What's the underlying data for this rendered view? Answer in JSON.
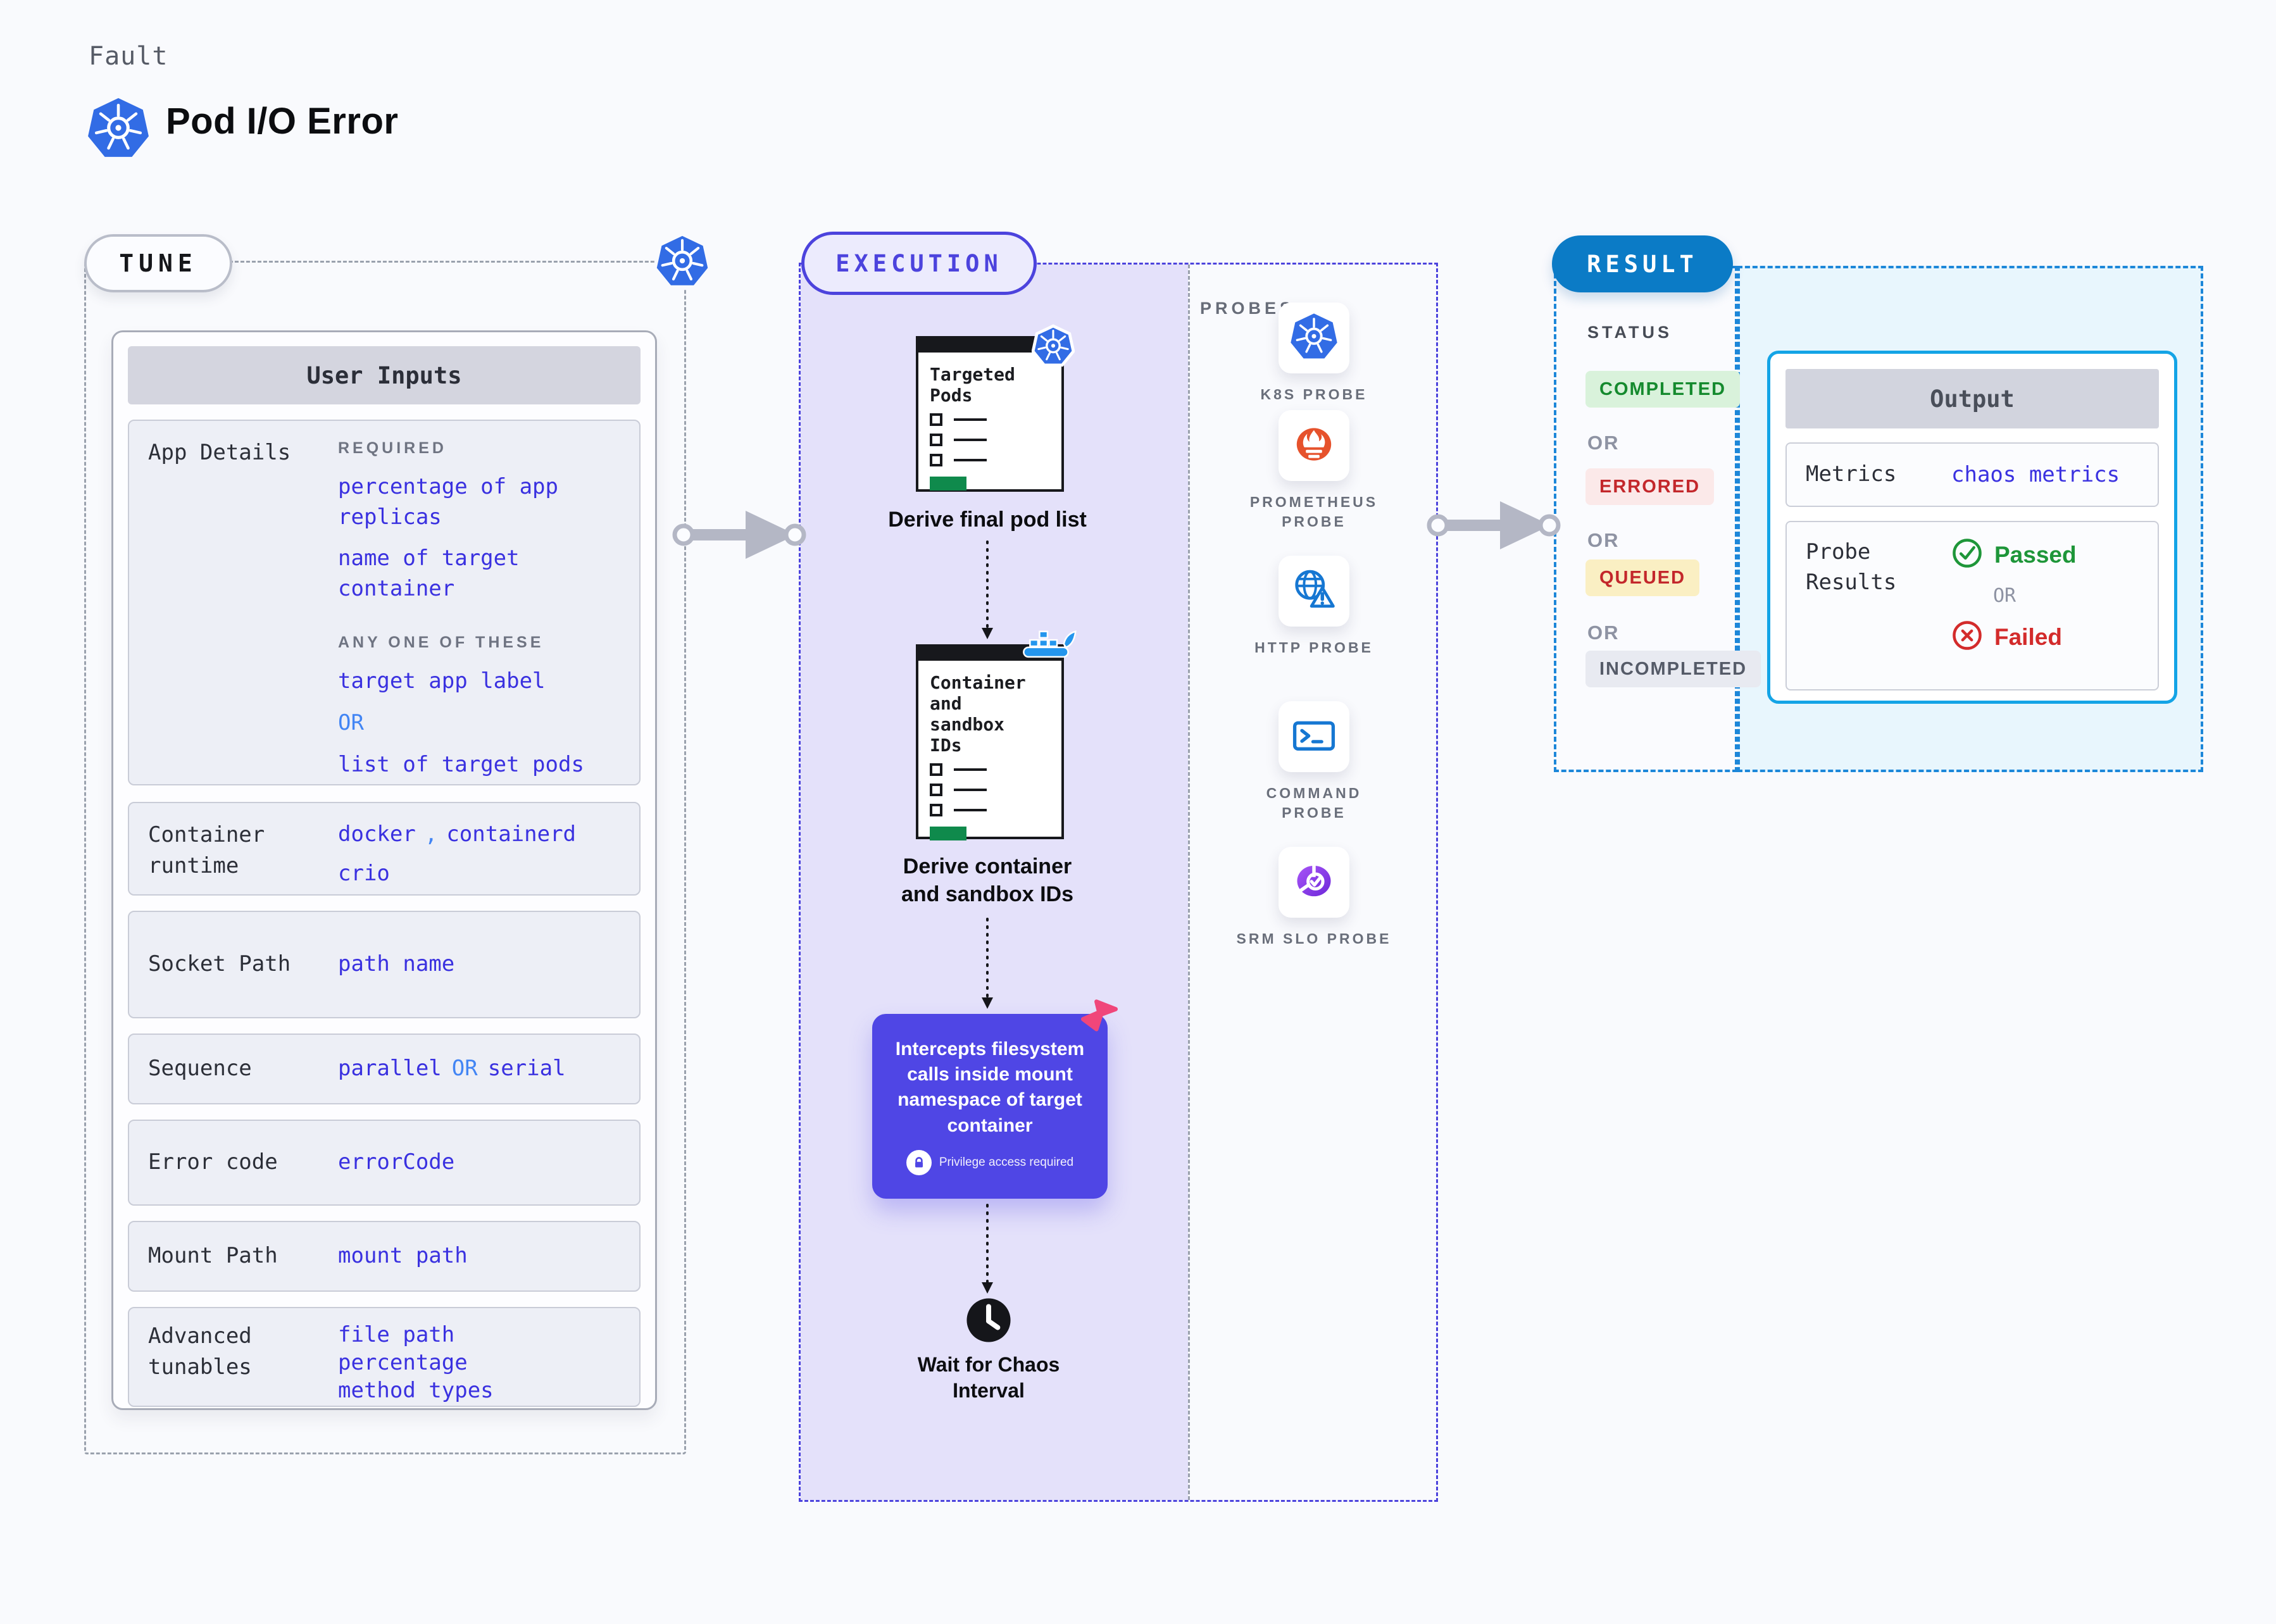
{
  "header": {
    "eyebrow": "Fault",
    "title": "Pod I/O Error"
  },
  "tune": {
    "pill": "TUNE",
    "user_inputs_title": "User Inputs",
    "app_details": {
      "label": "App Details",
      "required_heading": "REQUIRED",
      "required_item_1": "percentage of app replicas",
      "required_item_2": "name of target container",
      "any_heading": "ANY ONE OF THESE",
      "any_item_1": "target app label",
      "or": "OR",
      "any_item_2": "list of target pods"
    },
    "container_runtime": {
      "label": "Container runtime",
      "value_1": "docker",
      "separator": ",",
      "value_2": "containerd",
      "value_3": "crio"
    },
    "socket_path": {
      "label": "Socket Path",
      "value": "path name"
    },
    "sequence": {
      "label": "Sequence",
      "value_1": "parallel",
      "or": "OR",
      "value_2": "serial"
    },
    "error_code": {
      "label": "Error code",
      "value": "errorCode"
    },
    "mount_path": {
      "label": "Mount Path",
      "value": "mount path"
    },
    "advanced_tunables": {
      "label": "Advanced tunables",
      "value_1": "file path",
      "value_2": "percentage",
      "value_3": "method types"
    }
  },
  "execution": {
    "pill": "EXECUTION",
    "probes_heading": "PROBES",
    "node_1": {
      "card_title": "Targeted Pods",
      "caption": "Derive final pod list"
    },
    "node_2": {
      "card_title": "Container and sandbox IDs",
      "caption": "Derive container and sandbox IDs"
    },
    "intercept_box": {
      "text": "Intercepts filesystem calls inside mount namespace of target container",
      "note": "Privilege access required"
    },
    "wait_step": {
      "caption": "Wait for Chaos Interval"
    },
    "probes": [
      {
        "label": "K8S PROBE",
        "icon": "kubernetes-icon"
      },
      {
        "label": "PROMETHEUS PROBE",
        "icon": "prometheus-icon"
      },
      {
        "label": "HTTP PROBE",
        "icon": "http-globe-warning-icon"
      },
      {
        "label": "COMMAND PROBE",
        "icon": "terminal-icon"
      },
      {
        "label": "SRM SLO PROBE",
        "icon": "slo-donut-check-icon"
      }
    ]
  },
  "result": {
    "pill": "RESULT",
    "status_heading": "STATUS",
    "status_completed": "COMPLETED",
    "status_or_1": "OR",
    "status_errored": "ERRORED",
    "status_or_2": "OR",
    "status_queued": "QUEUED",
    "status_or_3": "OR",
    "status_incompleted": "INCOMPLETED",
    "output": {
      "title": "Output",
      "metrics_label": "Metrics",
      "metrics_value": "chaos metrics",
      "probe_results_label": "Probe Results",
      "passed": "Passed",
      "or": "OR",
      "failed": "Failed"
    }
  },
  "colors": {
    "kubernetes_blue": "#326ce5",
    "execution_purple": "#4c43dd",
    "intercept_purple": "#4f46e5",
    "result_blue": "#0b7bc6",
    "output_border_cyan": "#14a4e6",
    "link_blue": "#3a31e0",
    "or_light_blue": "#4285f4",
    "passed_green": "#1e9639",
    "failed_red": "#d32b2b",
    "completed_green": "#158a2e",
    "errored_red": "#c3272b",
    "progress_green": "#0f8a4c",
    "docker_blue": "#2496ed",
    "prometheus_orange": "#e6522c",
    "pink_accent": "#f0467a"
  }
}
